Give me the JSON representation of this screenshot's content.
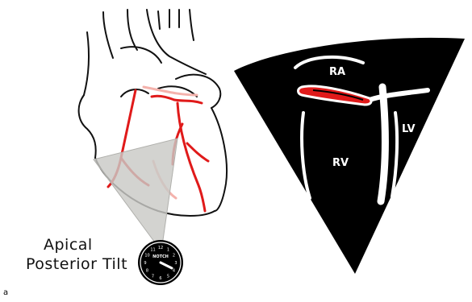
{
  "figure": {
    "panel_letter": "a",
    "caption": {
      "line1": "Apical",
      "line2": "Posterior Tilt"
    },
    "dial": {
      "notch_label": "NOTCH",
      "hours": [
        "1",
        "2",
        "3",
        "4",
        "5",
        "6",
        "7",
        "8",
        "9",
        "10",
        "11",
        "12"
      ]
    },
    "echo_labels": {
      "ra": "RA",
      "lv": "LV",
      "rv": "RV"
    },
    "colors": {
      "vessel": "#e01a1a",
      "sector": "#000000",
      "beam": "#c9c9c6",
      "structure": "#ffffff"
    }
  }
}
